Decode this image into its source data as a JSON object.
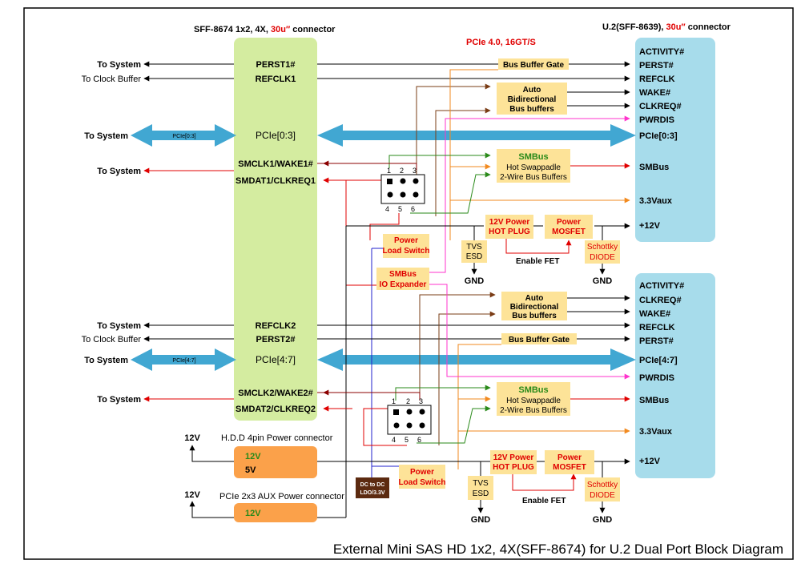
{
  "title": "External Mini SAS HD 1x2, 4X(SFF-8674) for U.2 Dual Port Block Diagram",
  "left_connector": {
    "label_prefix": "SFF-8674 1x2, 4X, ",
    "label_plating": "30u″",
    "label_suffix": " connector",
    "pins_top": [
      "PERST1#",
      "REFCLK1",
      "PCIe[0:3]",
      "SMCLK1/WAKE1#",
      "SMDAT1/CLKREQ1"
    ],
    "pins_bottom": [
      "REFCLK2",
      "PERST2#",
      "PCIe[4:7]",
      "SMCLK2/WAKE2#",
      "SMDAT2/CLKREQ2"
    ]
  },
  "right_connector": {
    "label_prefix": "U.2(SFF-8639), ",
    "label_plating": "30u″",
    "label_suffix": " connector",
    "top_pins": [
      "ACTIVITY#",
      "PERST#",
      "REFCLK",
      "WAKE#",
      "CLKREQ#",
      "PWRDIS",
      "PCIe[0:3]",
      "SMBus",
      "3.3Vaux",
      "+12V"
    ],
    "bottom_pins": [
      "ACTIVITY#",
      "CLKREQ#",
      "WAKE#",
      "REFCLK",
      "PERST#",
      "PCIe[4:7]",
      "PWRDIS",
      "SMBus",
      "3.3Vaux",
      "+12V"
    ]
  },
  "pcie_speed": "PCIe 4.0, 16GT/S",
  "system_labels": {
    "to_system": "To System",
    "to_clock_buffer": "To Clock Buffer",
    "lane_top": "PCIe[0:3]",
    "lane_bottom": "PCIe[4:7]"
  },
  "blocks": {
    "bus_buffer_gate": "Bus Buffer Gate",
    "auto_bidir": [
      "Auto",
      "Bidirectional",
      "Bus buffers"
    ],
    "smbus_title": "SMBus",
    "smbus_sub": [
      "Hot Swappadle",
      "2-Wire Bus Buffers"
    ],
    "hot_plug": [
      "12V Power",
      "HOT PLUG"
    ],
    "mosfet": [
      "Power",
      "MOSFET"
    ],
    "tvs": [
      "TVS",
      "ESD"
    ],
    "schottky": [
      "Schottky",
      "DIODE"
    ],
    "enable_fet": "Enable FET",
    "gnd": "GND",
    "load_switch": [
      "Power",
      "Load Switch"
    ],
    "io_expander": [
      "SMBus",
      "IO Expander"
    ],
    "dcdc": [
      "DC to DC",
      "LDO/3.3V"
    ]
  },
  "header_pins": [
    "1",
    "2",
    "3",
    "4",
    "5",
    "6"
  ],
  "power": {
    "hdd_label": "H.D.D 4pin Power connector",
    "hdd_pins": [
      "12V",
      "5V"
    ],
    "aux_label": "PCIe 2x3 AUX Power connector",
    "aux_pin": "12V",
    "v12": "12V"
  },
  "colors": {
    "green_block": "#d4eca0",
    "blue_block": "#a7dceb",
    "yellow_block": "#fde398",
    "orange_block": "#fba14a",
    "brown_block": "#5c2a10",
    "lane_arrow": "#41a7d2",
    "orange": "#f28a1f",
    "brown": "#7a3c15",
    "magenta": "#ff33cc",
    "green": "#2a8a1a",
    "red": "#e00000",
    "darkred": "#8b0000",
    "blue": "#2222cc"
  }
}
